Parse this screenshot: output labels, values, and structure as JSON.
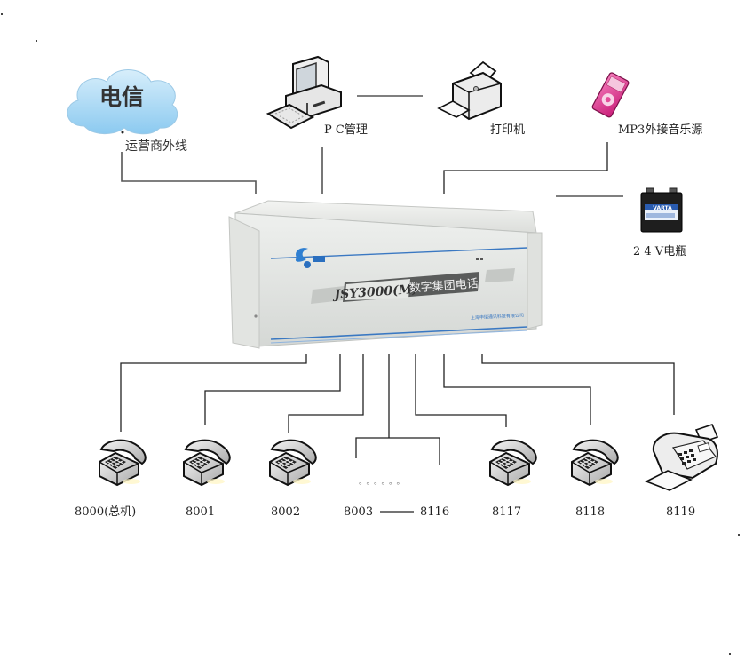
{
  "diagram": {
    "title": "JSY3000(M) 数字集团电话 系统连接示意图",
    "center_device": {
      "model": "JSY3000(M)",
      "name": "数字集团电话",
      "brand": "JSY",
      "maker": "上海申瑞通讯科技有限公司"
    },
    "top_nodes": {
      "telecom": {
        "cloud_text": "电信",
        "label": "运营商外线",
        "icon": "cloud-icon"
      },
      "pc": {
        "label": "P C管理",
        "icon": "computer-icon"
      },
      "printer": {
        "label": "打印机",
        "icon": "printer-icon"
      },
      "mp3": {
        "label": "MP3外接音乐源",
        "icon": "mp3-player-icon"
      },
      "battery": {
        "label": "2 4 V电瓶",
        "icon": "battery-icon",
        "battery_brand": "VARTA"
      }
    },
    "extensions": [
      {
        "number": "8000(总机)",
        "icon": "telephone-icon",
        "role": "operator"
      },
      {
        "number": "8001",
        "icon": "telephone-icon"
      },
      {
        "number": "8002",
        "icon": "telephone-icon"
      },
      {
        "number": "8003",
        "range_end": "8116",
        "icon": "ellipsis-icon",
        "dots": "。。。。。。"
      },
      {
        "number": "8117",
        "icon": "telephone-icon"
      },
      {
        "number": "8118",
        "icon": "telephone-icon"
      },
      {
        "number": "8119",
        "icon": "fax-icon"
      }
    ],
    "range_dash": "——",
    "colors": {
      "cloud": "#a9d8f2",
      "device_body": "#e9ebe8",
      "device_stripe": "#3a78c2",
      "mp3": "#e8489a",
      "battery": "#1e1e1e",
      "line": "#222222"
    }
  }
}
